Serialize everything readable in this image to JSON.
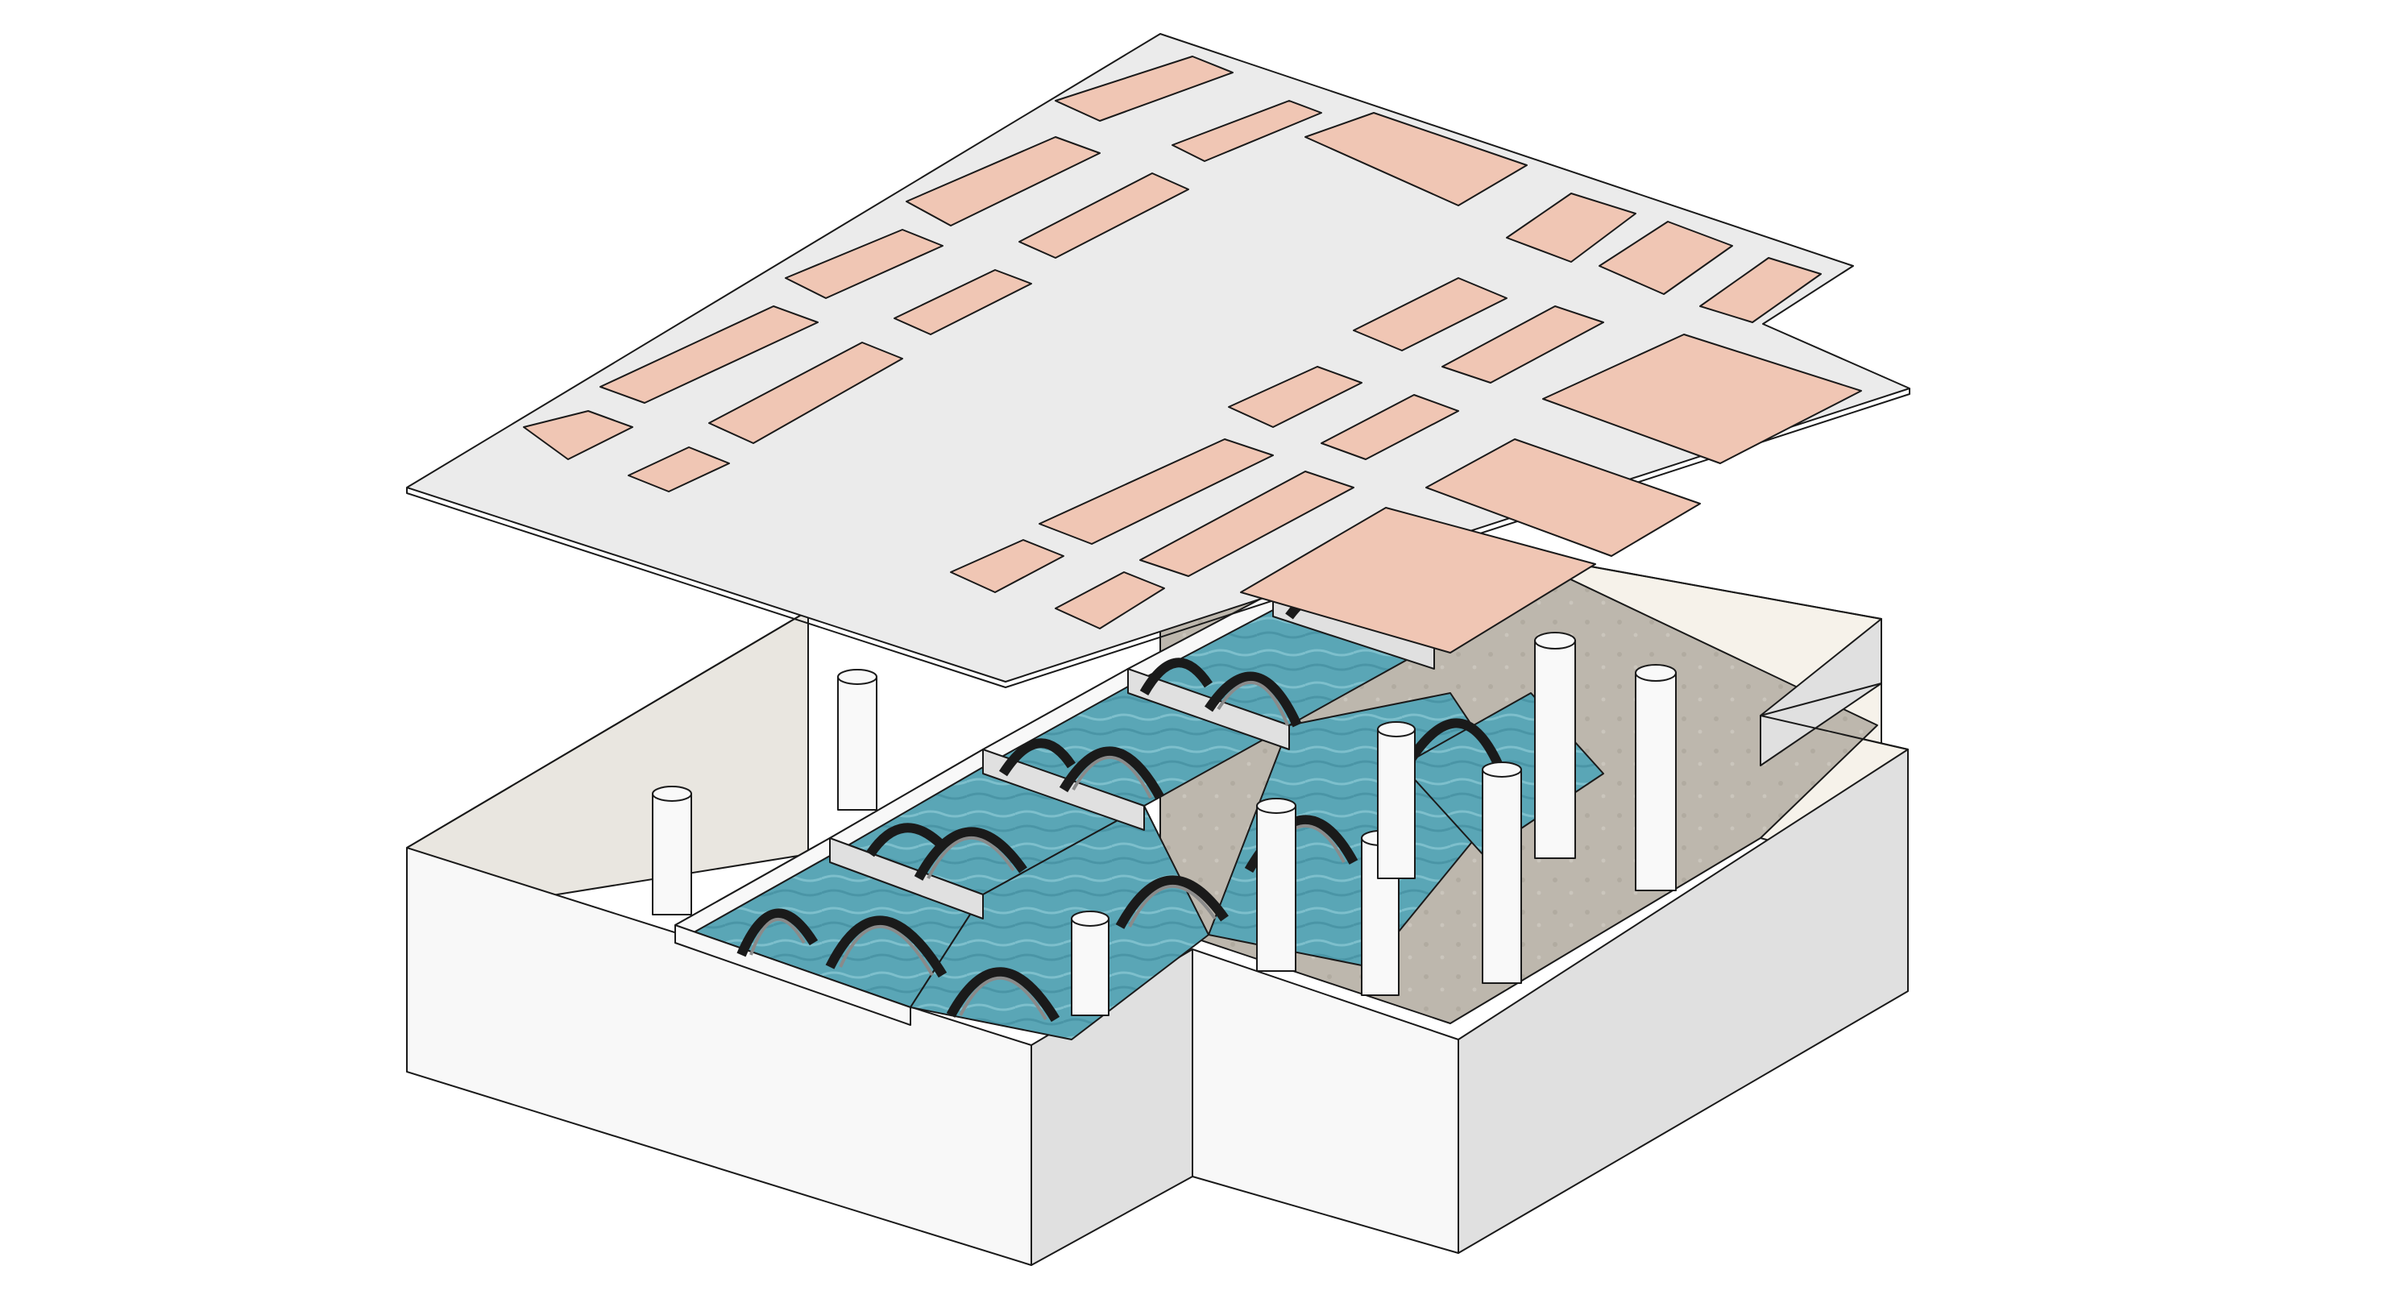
{
  "colors": {
    "background": "#ffffff",
    "roof_slab": "#ebebeb",
    "skylight_fill": "#f0c6b4",
    "skylight_border": "#111111",
    "pool_water": "#5aa6b6",
    "floor_stone": "#bdb7ad",
    "wall_front": "#f8f8f8",
    "wall_side": "#e0e0e0",
    "inner_wall_left": "#e9e6e0",
    "inner_wall_right": "#f6f2ea",
    "column": "#f9f9f9",
    "arch_dark": "#1a1a1a"
  },
  "elements": {
    "roof_slab": "roof-slab-with-skylights",
    "skylights": "skylight-openings",
    "outer_walls": "building-shell",
    "pools": "bath-pools",
    "arches": "vaulted-arches",
    "columns": "cylindrical-columns"
  }
}
